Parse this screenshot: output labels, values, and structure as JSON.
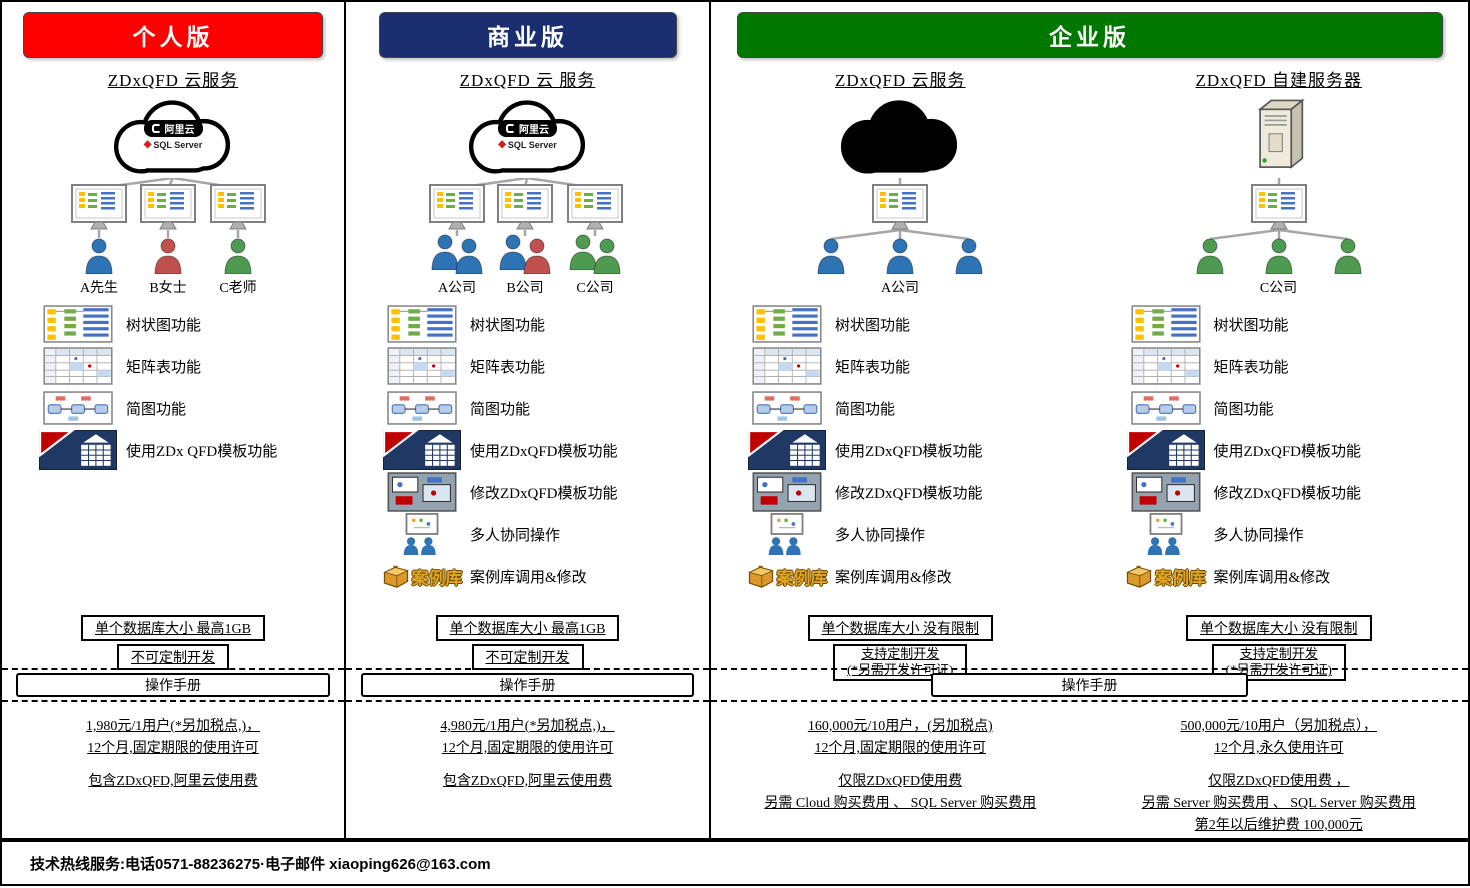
{
  "logos": {
    "aliyun": "阿里云",
    "sql": "SQL Server"
  },
  "case_label": "案例库",
  "colors": {
    "personal_header": "#FE0000",
    "business_header": "#1B2F70",
    "enterprise_header": "#007800",
    "person_blue": "#2E74B5",
    "person_red": "#C0504D",
    "person_green": "#4E9A51"
  },
  "personal": {
    "header": "个人版",
    "service_title": "ZDxQFD 云服务",
    "users": [
      {
        "label": "A先生"
      },
      {
        "label": "B女士"
      },
      {
        "label": "C老师"
      }
    ],
    "features": [
      "树状图功能",
      "矩阵表功能",
      "简图功能",
      "使用ZDx QFD模板功能"
    ],
    "db_size": "单个数据库大小 最高1GB",
    "custom_dev": "不可定制开发",
    "manual": "操作手册",
    "pricing": [
      "1,980元/1用户(*另加税点,)，",
      "12个月,固定期限的使用许可",
      "包含ZDxQFD,阿里云使用费"
    ]
  },
  "business": {
    "header": "商业版",
    "service_title": "ZDxQFD 云 服务",
    "users": [
      {
        "label": "A公司"
      },
      {
        "label": "B公司"
      },
      {
        "label": "C公司"
      }
    ],
    "features": [
      "树状图功能",
      "矩阵表功能",
      "简图功能",
      "使用ZDxQFD模板功能",
      "修改ZDxQFD模板功能",
      "多人协同操作",
      "案例库调用&修改"
    ],
    "db_size": "单个数据库大小 最高1GB",
    "custom_dev": "不可定制开发",
    "manual": "操作手册",
    "pricing": [
      "4,980元/1用户(*另加税点,)，",
      "12个月,固定期限的使用许可",
      "包含ZDxQFD,阿里云使用费"
    ]
  },
  "enterprise": {
    "header": "企业版",
    "manual": "操作手册",
    "cloud": {
      "service_title": "ZDxQFD 云服务",
      "company": "A公司",
      "features": [
        "树状图功能",
        "矩阵表功能",
        "简图功能",
        "使用ZDxQFD模板功能",
        "修改ZDxQFD模板功能",
        "多人协同操作",
        "案例库调用&修改"
      ],
      "db_size": "单个数据库大小 没有限制",
      "custom_dev_line1": "支持定制开发",
      "custom_dev_line2": "(*另需开发许可证)",
      "pricing": [
        "160,000元/10用户，(另加税点)",
        "12个月,固定期限的使用许可",
        "仅限ZDxQFD使用费",
        "另需 Cloud 购买费用 、 SQL Server 购买费用"
      ]
    },
    "selfhost": {
      "service_title": "ZDxQFD 自建服务器",
      "company": "C公司",
      "features": [
        "树状图功能",
        "矩阵表功能",
        "简图功能",
        "使用ZDxQFD模板功能",
        "修改ZDxQFD模板功能",
        "多人协同操作",
        "案例库调用&修改"
      ],
      "db_size": "单个数据库大小 没有限制",
      "custom_dev_line1": "支持定制开发",
      "custom_dev_line2": "(*另需开发许可证)",
      "pricing": [
        "500,000元/10用户（另加税点），",
        "12个月,永久使用许可",
        "仅限ZDxQFD使用费 ，",
        "另需 Server 购买费用 、 SQL Server 购买费用",
        "第2年以后维护费 100,000元"
      ]
    }
  },
  "footer": {
    "text": "技术热线服务:电话0571-88236275·电子邮件 xiaoping626@163.com"
  }
}
